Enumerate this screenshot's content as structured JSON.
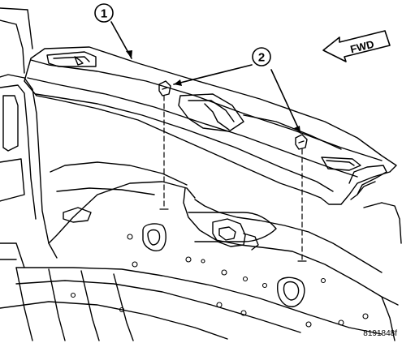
{
  "callouts": {
    "c1": "1",
    "c2": "2"
  },
  "direction_label": "FWD",
  "figure_code": "8191848f",
  "colors": {
    "line": "#000000",
    "background": "#ffffff"
  }
}
